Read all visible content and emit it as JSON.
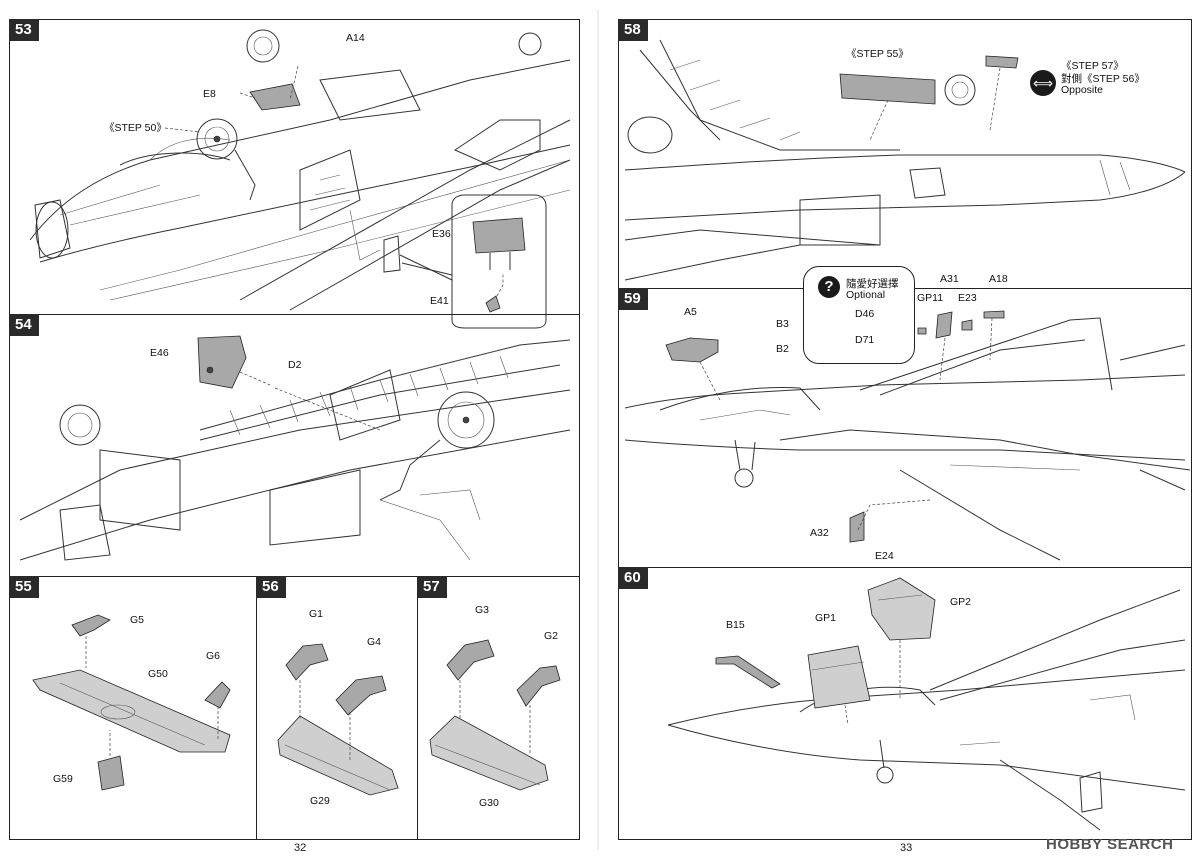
{
  "steps": {
    "s53": {
      "num": "53",
      "labels": {
        "a14": "A14",
        "e8": "E8",
        "step50": "《STEP 50》",
        "e36": "E36",
        "e41": "E41"
      }
    },
    "s54": {
      "num": "54",
      "labels": {
        "e46": "E46",
        "d2": "D2"
      }
    },
    "s55": {
      "num": "55",
      "labels": {
        "g5": "G5",
        "g6": "G6",
        "g50": "G50",
        "g59": "G59"
      }
    },
    "s56": {
      "num": "56",
      "labels": {
        "g1": "G1",
        "g4": "G4",
        "g29": "G29"
      }
    },
    "s57": {
      "num": "57",
      "labels": {
        "g3": "G3",
        "g2": "G2",
        "g30": "G30"
      }
    },
    "s58": {
      "num": "58",
      "labels": {
        "step55": "《STEP 55》",
        "step57": "《STEP 57》",
        "opp_cn": "對側《STEP 56》",
        "opp_en": "Opposite"
      }
    },
    "s59": {
      "num": "59",
      "labels": {
        "a5": "A5",
        "b3": "B3",
        "b2": "B2",
        "gp11": "GP11",
        "a31": "A31",
        "e23": "E23",
        "a18": "A18",
        "d46": "D46",
        "d71": "D71",
        "a32": "A32",
        "e24": "E24"
      },
      "optional": {
        "icon": "?",
        "cn": "隨愛好選擇",
        "en": "Optional"
      }
    },
    "s60": {
      "num": "60",
      "labels": {
        "b15": "B15",
        "gp1": "GP1",
        "gp2": "GP2"
      }
    }
  },
  "pages": {
    "left": "32",
    "right": "33"
  },
  "watermark": "HOBBY SEARCH",
  "colors": {
    "ink": "#222222",
    "part_fill": "#a8a8a8",
    "badge": "#2a2a2a"
  }
}
